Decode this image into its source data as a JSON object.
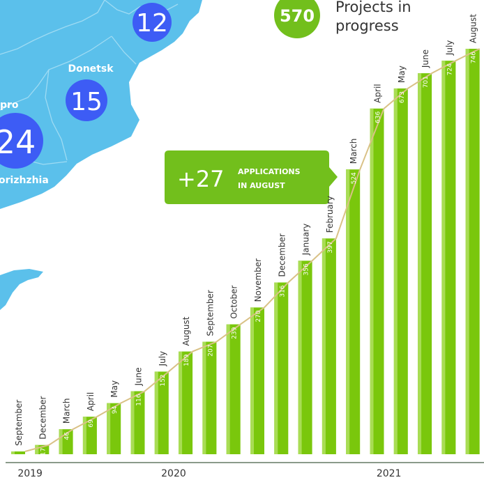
{
  "colors": {
    "map_fill": "#5bc0eb",
    "map_border": "#9fdbf3",
    "circle": "#3d5cf5",
    "bar": "#7ac70c",
    "bar_shade": "#a9dd55",
    "line": "#d9c186",
    "banner": "#72bf1c",
    "axis": "#8a9a8a",
    "text": "#333333"
  },
  "map": {
    "regions": [
      {
        "name": "",
        "count": "12"
      },
      {
        "name": "Donetsk",
        "count": "15"
      },
      {
        "name": "pro",
        "count": "24"
      },
      {
        "name": "orizhzhia",
        "count": ""
      }
    ]
  },
  "projects": {
    "count": "570",
    "label_line1": "Projects in",
    "label_line2": "progress"
  },
  "banner": {
    "value": "+27",
    "line1": "APPLICATIONS",
    "line2": "IN AUGUST"
  },
  "chart_data": {
    "type": "bar",
    "categories": [
      "September",
      "December",
      "March",
      "April",
      "May",
      "June",
      "July",
      "August",
      "September",
      "October",
      "November",
      "December",
      "January",
      "February",
      "March",
      "April",
      "May",
      "June",
      "July",
      "August"
    ],
    "values": [
      0,
      17,
      46,
      69,
      94,
      116,
      152,
      189,
      207,
      239,
      270,
      316,
      356,
      397,
      524,
      636,
      673,
      701,
      724,
      746
    ],
    "value_labels": [
      "",
      "17",
      "46",
      "69",
      "94",
      "116",
      "152",
      "189",
      "207",
      "239",
      "270",
      "316",
      "356",
      "397",
      "524",
      "636",
      "673",
      "701",
      "724",
      "746"
    ],
    "ylim": [
      0,
      746
    ],
    "year_groups": [
      {
        "label": "2019",
        "from": 0,
        "to": 1
      },
      {
        "label": "2020",
        "from": 2,
        "to": 11
      },
      {
        "label": "2021",
        "from": 12,
        "to": 19
      }
    ],
    "grid": false,
    "legend": "none"
  }
}
